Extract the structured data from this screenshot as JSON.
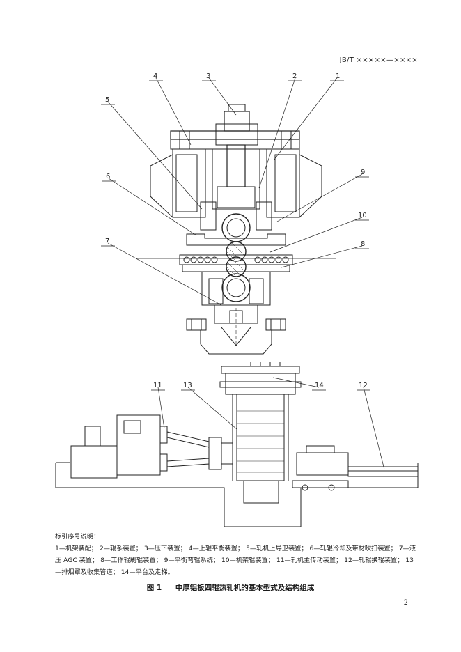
{
  "header": {
    "standard_code": "JB/T ×××××—××××"
  },
  "figure": {
    "callouts": [
      "1",
      "2",
      "3",
      "4",
      "5",
      "6",
      "7",
      "8",
      "9",
      "10",
      "11",
      "12",
      "13",
      "14"
    ],
    "legend_title": "标引序号说明：",
    "legend_items": [
      "1—机架装配；",
      "2—辊系装置；",
      "3—压下装置；",
      "4—上辊平衡装置；",
      "5—轧机上导卫装置；",
      "6—轧辊冷却及带材吹扫装置；",
      "7—液压 AGC 装置；",
      "8—工作辊刷辊装置；",
      "9—平衡弯辊系统；",
      "10—机架辊装置；",
      "11—轧机主传动装置；",
      "12—轧辊换辊装置；",
      "13—排烟罩及收集管道；",
      "14—平台及走梯。"
    ],
    "caption_number": "图 1",
    "caption_title": "中厚铝板四辊热轧机的基本型式及结构组成"
  },
  "page_number": "2"
}
